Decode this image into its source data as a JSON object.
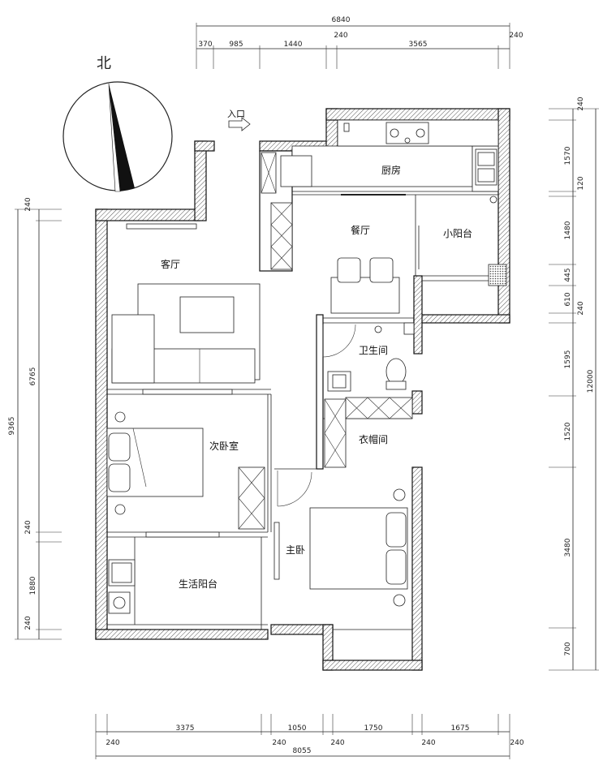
{
  "north_label": "北",
  "entrance_label": "入口",
  "rooms": {
    "kitchen": "厨房",
    "dining": "餐厅",
    "small_balcony": "小阳台",
    "living": "客厅",
    "bathroom": "卫生间",
    "closet": "衣帽间",
    "second_bedroom": "次卧室",
    "master_bedroom": "主卧",
    "utility_balcony": "生活阳台"
  },
  "dims": {
    "top_total": "6840",
    "top_1": "370",
    "top_2": "985",
    "top_3": "1440",
    "top_4": "240",
    "top_5": "3565",
    "top_6": "240",
    "bottom_1": "3375",
    "bottom_2": "1050",
    "bottom_3": "1750",
    "bottom_4": "1675",
    "bottom_w1": "240",
    "bottom_w2": "240",
    "bottom_w3": "240",
    "bottom_w4": "240",
    "bottom_w5": "240",
    "bottom_total": "8055",
    "left_total": "9365",
    "left_1": "240",
    "left_2": "6765",
    "left_3": "240",
    "left_4": "1880",
    "left_5": "240",
    "right_total": "12000",
    "right_1": "240",
    "right_2": "1570",
    "right_3": "120",
    "right_4": "1480",
    "right_5": "445",
    "right_6": "610",
    "right_7": "240",
    "right_8": "1595",
    "right_9": "1520",
    "right_10": "3480",
    "right_11": "700"
  }
}
